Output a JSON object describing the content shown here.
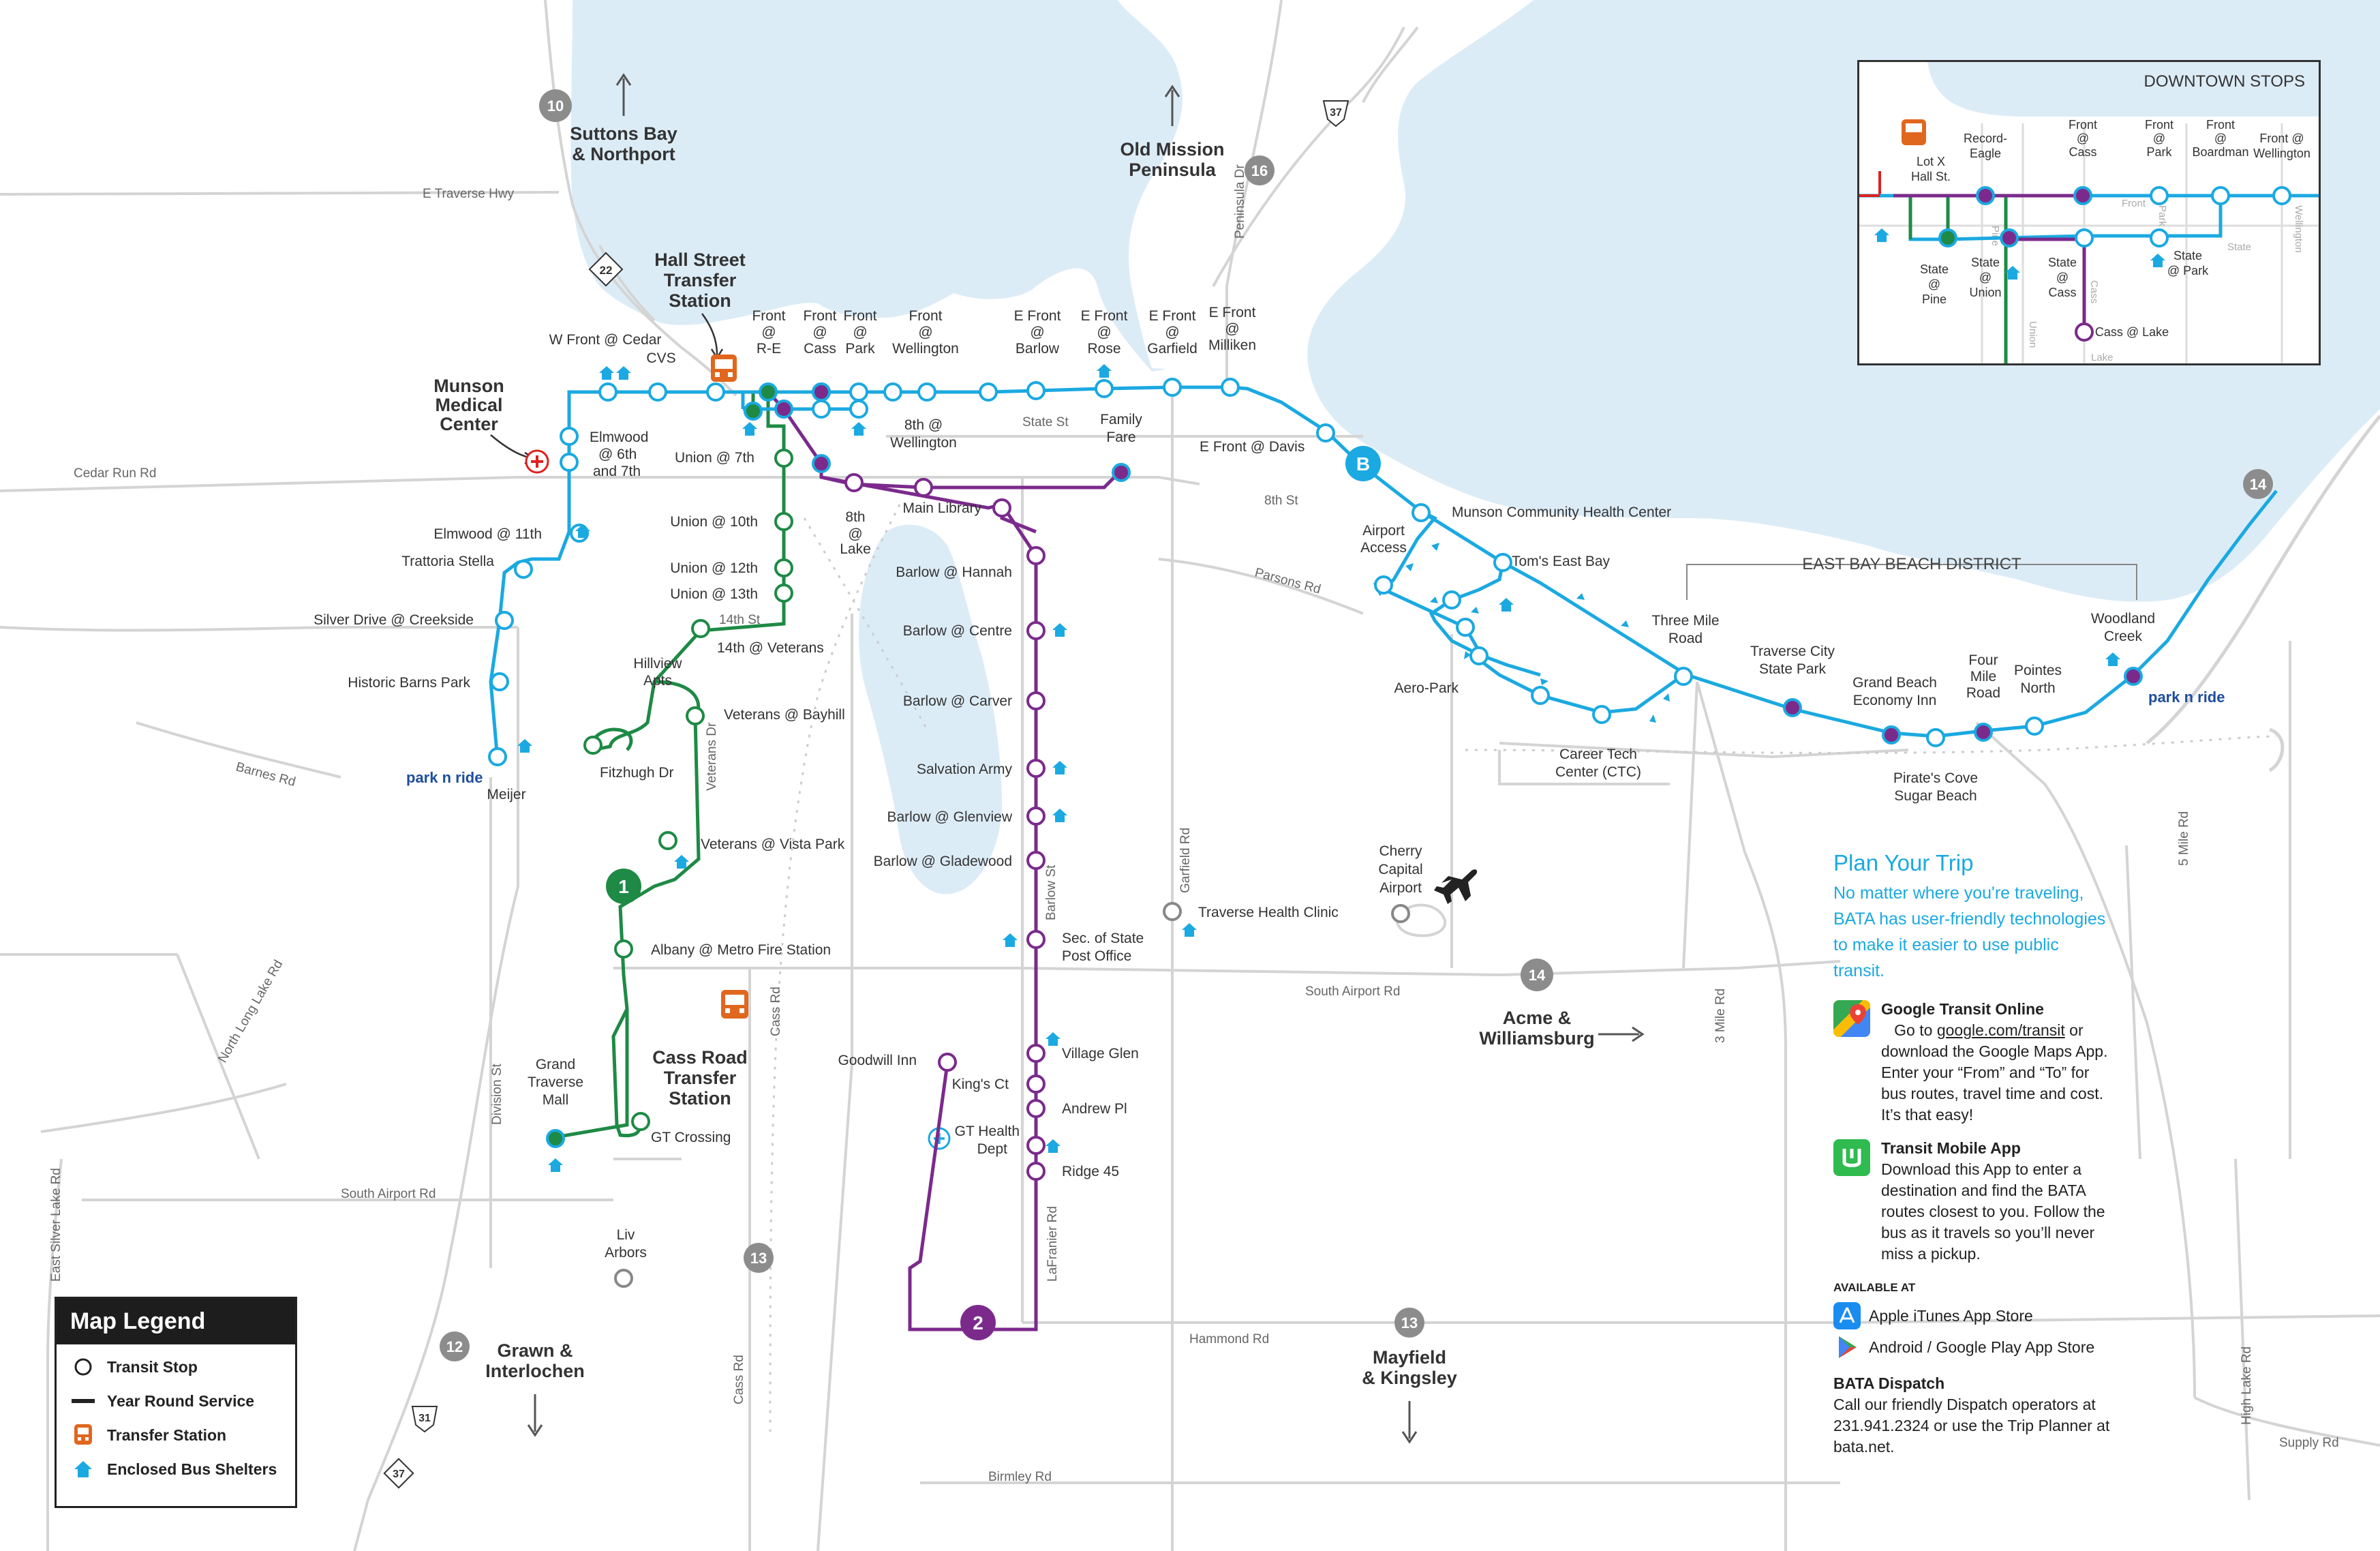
{
  "colors": {
    "water": "#dcecf7",
    "route_blue": "#1ba9e1",
    "route_green": "#1e8a45",
    "route_purple": "#7b2a8c",
    "transfer": "#e0671e",
    "land": "#ffffff",
    "road": "#d4d4d4"
  },
  "places": {
    "suttons_bay": [
      "Suttons Bay",
      "& Northport"
    ],
    "old_mission": [
      "Old Mission",
      "Peninsula"
    ],
    "hall_street": [
      "Hall Street",
      "Transfer",
      "Station"
    ],
    "munson": [
      "Munson",
      "Medical",
      "Center"
    ],
    "cass_road": [
      "Cass Road",
      "Transfer",
      "Station"
    ],
    "acme": [
      "Acme &",
      "Williamsburg"
    ],
    "grawn": [
      "Grawn &",
      "Interlochen"
    ],
    "mayfield": [
      "Mayfield",
      "& Kingsley"
    ],
    "east_bay": "EAST BAY BEACH DISTRICT",
    "airport": [
      "Cherry",
      "Capital",
      "Airport"
    ],
    "park_n_ride": "park n ride"
  },
  "roads": {
    "e_traverse_hwy": "E Traverse Hwy",
    "cedar_run": "Cedar Run Rd",
    "barnes": "Barnes Rd",
    "north_long_lake": "North Long Lake Rd",
    "division": "Division St",
    "south_airport_w": "South Airport Rd",
    "south_airport_e": "South Airport Rd",
    "east_silver_lake": "East Silver Lake Rd",
    "hammond": "Hammond Rd",
    "birmley": "Birmley Rd",
    "cass_rd": "Cass Rd",
    "cass_rd_s": "Cass Rd",
    "lafranier": "LaFranier Rd",
    "garfield": "Garfield Rd",
    "three_mile": "3 Mile Rd",
    "five_mile": "5 Mile Rd",
    "high_lake": "High Lake Rd",
    "supply": "Supply Rd",
    "parsons": "Parsons Rd",
    "state_st": "State St",
    "eighth_st": "8th St",
    "fourteenth": "14th St",
    "peninsula_dr": "Peninsula Dr",
    "veterans_dr": "Veterans Dr",
    "barlow_st": "Barlow St"
  },
  "highways": [
    "10",
    "22",
    "37",
    "16",
    "14",
    "13",
    "13",
    "12",
    "31",
    "37",
    "14"
  ],
  "stops": {
    "w_front_cedar": "W Front @ Cedar",
    "cvs": "CVS",
    "front_re": [
      "Front",
      "@",
      "R-E"
    ],
    "front_cass": [
      "Front",
      "@",
      "Cass"
    ],
    "front_park": [
      "Front",
      "@",
      "Park"
    ],
    "front_wellington": [
      "Front",
      "@",
      "Wellington"
    ],
    "e_front_barlow": [
      "E Front",
      "@",
      "Barlow"
    ],
    "e_front_rose": [
      "E Front",
      "@",
      "Rose"
    ],
    "e_front_garfield": [
      "E Front",
      "@",
      "Garfield"
    ],
    "e_front_milliken": [
      "E Front",
      "@",
      "Milliken"
    ],
    "e_front_davis": "E Front @ Davis",
    "elmwood_6th": [
      "Elmwood",
      "@ 6th",
      "and 7th"
    ],
    "elmwood_11th": "Elmwood @ 11th",
    "trattoria": "Trattoria Stella",
    "silver_drive": "Silver Drive @ Creekside",
    "historic_barns": "Historic Barns Park",
    "meijer": "Meijer",
    "union_7th": "Union @ 7th",
    "union_10th": "Union @ 10th",
    "union_12th": "Union @ 12th",
    "union_13th": "Union @ 13th",
    "fourteenth_veterans": "14th @ Veterans",
    "hillview": [
      "Hillview",
      "Apts"
    ],
    "fitzhugh": "Fitzhugh Dr",
    "veterans_bayhill": "Veterans @ Bayhill",
    "veterans_vista": "Veterans @ Vista Park",
    "albany": "Albany @ Metro Fire Station",
    "grand_traverse_mall": [
      "Grand",
      "Traverse",
      "Mall"
    ],
    "gt_crossing": "GT Crossing",
    "liv_arbors": [
      "Liv",
      "Arbors"
    ],
    "eighth_wellington": [
      "8th @",
      "Wellington"
    ],
    "family_fare": [
      "Family",
      "Fare"
    ],
    "eighth_lake": [
      "8th",
      "@",
      "Lake"
    ],
    "main_library": "Main Library",
    "barlow_hannah": "Barlow @ Hannah",
    "barlow_centre": "Barlow @ Centre",
    "barlow_carver": "Barlow @ Carver",
    "salvation_army": "Salvation Army",
    "barlow_glenview": "Barlow @ Glenview",
    "barlow_gladewood": "Barlow @ Gladewood",
    "sec_of_state": [
      "Sec. of State",
      "Post Office"
    ],
    "goodwill": "Goodwill Inn",
    "village_glen": "Village Glen",
    "kings_ct": "King's Ct",
    "andrew_pl": "Andrew Pl",
    "gt_health": [
      "GT Health",
      "Dept"
    ],
    "ridge_45": "Ridge 45",
    "traverse_health": "Traverse Health Clinic",
    "munson_community": "Munson Community Health Center",
    "airport_access": [
      "Airport",
      "Access"
    ],
    "toms": "Tom's East Bay",
    "aero_park": "Aero-Park",
    "career_tech": [
      "Career Tech",
      "Center (CTC)"
    ],
    "three_mile_road": [
      "Three Mile",
      "Road"
    ],
    "tc_state_park": [
      "Traverse City",
      "State Park"
    ],
    "grand_beach": [
      "Grand Beach",
      "Economy Inn"
    ],
    "pirates_cove": [
      "Pirate's Cove",
      "Sugar Beach"
    ],
    "four_mile": [
      "Four",
      "Mile",
      "Road"
    ],
    "pointes_north": [
      "Pointes",
      "North"
    ],
    "woodland_creek": [
      "Woodland",
      "Creek"
    ]
  },
  "route_badges": {
    "b": "B",
    "one": "1",
    "two": "2"
  },
  "inset": {
    "title": "DOWNTOWN STOPS",
    "lot_x": [
      "Lot X",
      "Hall St."
    ],
    "record_eagle": [
      "Record-",
      "Eagle"
    ],
    "front_cass": [
      "Front",
      "@",
      "Cass"
    ],
    "front_park": [
      "Front",
      "@",
      "Park"
    ],
    "front_boardman": [
      "Front",
      "@",
      "Boardman"
    ],
    "front_wellington": [
      "Front @",
      "Wellington"
    ],
    "state_pine": [
      "State",
      "@",
      "Pine"
    ],
    "state_union": [
      "State",
      "@",
      "Union"
    ],
    "state_cass": [
      "State",
      "@",
      "Cass"
    ],
    "state_park": [
      "State",
      "@ Park"
    ],
    "cass_lake": "Cass @ Lake",
    "streets": {
      "front": "Front",
      "state": "State",
      "pine": "Pine",
      "park": "Park",
      "wellington": "Wellington",
      "union": "Union",
      "cass": "Cass",
      "lake": "Lake"
    }
  },
  "legend": {
    "title": "Map Legend",
    "items": [
      "Transit Stop",
      "Year Round Service",
      "Transfer Station",
      "Enclosed Bus Shelters"
    ]
  },
  "plan": {
    "title": "Plan Your Trip",
    "intro": "No matter where you're traveling, BATA has user-friendly technologies to make it easier to use public transit.",
    "google_title": "Google Transit Online",
    "google_pre": "Go to ",
    "google_link": "google.com/transit",
    "google_post": " or download the Google Maps App. Enter your “From” and “To” for bus routes, travel time and cost. It’s that easy!",
    "transit_title": "Transit Mobile App",
    "transit_body": "Download this App to enter a destination and find the BATA routes closest to you. Follow the bus as it travels so you’ll never miss a pickup.",
    "available": "AVAILABLE AT",
    "apple": "Apple iTunes App Store",
    "android": "Android / Google Play App Store",
    "dispatch_title": "BATA Dispatch",
    "dispatch_body": "Call our friendly Dispatch operators at 231.941.2324 or use the Trip Planner at bata.net."
  }
}
